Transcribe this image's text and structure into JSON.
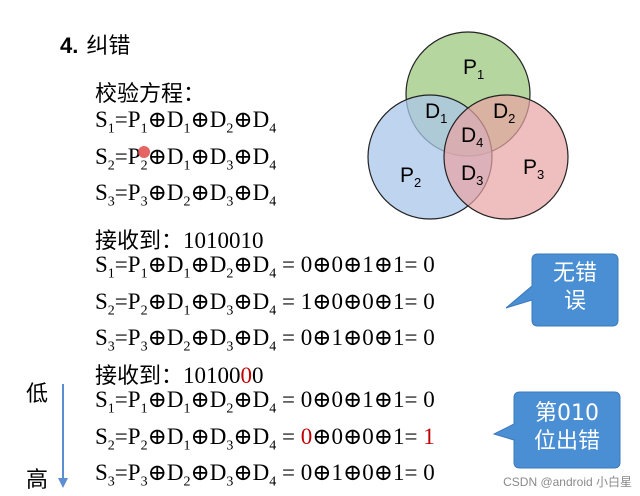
{
  "title": {
    "number": "4.",
    "text": "纠错"
  },
  "check_eq": {
    "heading": "校验方程：",
    "rows": [
      [
        "S",
        "1",
        "=P",
        "1",
        "⊕D",
        "1",
        "⊕D",
        "2",
        "⊕D",
        "4"
      ],
      [
        "S",
        "2",
        "=P",
        "2",
        "⊕D",
        "1",
        "⊕D",
        "3",
        "⊕D",
        "4"
      ],
      [
        "S",
        "3",
        "=P",
        "3",
        "⊕D",
        "2",
        "⊕D",
        "3",
        "⊕D",
        "4"
      ]
    ]
  },
  "venn": {
    "circles": [
      {
        "label": "P",
        "sub": "1",
        "color": "#a9cf8f"
      },
      {
        "label": "P",
        "sub": "2",
        "color": "#a9c6e8"
      },
      {
        "label": "P",
        "sub": "3",
        "color": "#e8a2a2"
      }
    ],
    "regions": [
      {
        "label": "D",
        "sub": "1"
      },
      {
        "label": "D",
        "sub": "2"
      },
      {
        "label": "D",
        "sub": "3"
      },
      {
        "label": "D",
        "sub": "4"
      }
    ]
  },
  "case1": {
    "heading": "接收到：",
    "code": "1010010",
    "rows": [
      {
        "lhs": [
          "S",
          "1",
          "=P",
          "1",
          "⊕D",
          "1",
          "⊕D",
          "2",
          "⊕D",
          "4"
        ],
        "rhs": " = 0⊕0⊕1⊕1= 0"
      },
      {
        "lhs": [
          "S",
          "2",
          "=P",
          "2",
          "⊕D",
          "1",
          "⊕D",
          "3",
          "⊕D",
          "4"
        ],
        "rhs": " = 1⊕0⊕0⊕1= 0"
      },
      {
        "lhs": [
          "S",
          "3",
          "=P",
          "3",
          "⊕D",
          "2",
          "⊕D",
          "3",
          "⊕D",
          "4"
        ],
        "rhs": " = 0⊕1⊕0⊕1= 0"
      }
    ],
    "callout": [
      "无错",
      "误"
    ],
    "callout_color": "#4a8fd4"
  },
  "case2": {
    "heading": "接收到：",
    "code_prefix": "10100",
    "code_error": "0",
    "code_suffix": "0",
    "rows": [
      {
        "lhs": [
          "S",
          "1",
          "=P",
          "1",
          "⊕D",
          "1",
          "⊕D",
          "2",
          "⊕D",
          "4"
        ],
        "rhs": " = 0⊕0⊕1⊕1= 0"
      },
      {
        "lhs": [
          "S",
          "2",
          "=P",
          "2",
          "⊕D",
          "1",
          "⊕D",
          "3",
          "⊕D",
          "4"
        ],
        "rhs_pre": " = ",
        "rhs_err": "0",
        "rhs_mid": "⊕0⊕0⊕1= ",
        "rhs_res": "1"
      },
      {
        "lhs": [
          "S",
          "3",
          "=P",
          "3",
          "⊕D",
          "2",
          "⊕D",
          "3",
          "⊕D",
          "4"
        ],
        "rhs": " = 0⊕1⊕0⊕1= 0"
      }
    ],
    "callout": [
      "第010",
      "位出错"
    ],
    "callout_color": "#4a8fd4"
  },
  "side": {
    "low": "低",
    "high": "高",
    "arrow_color": "#5b8fd0"
  },
  "footer": "CSDN @android 小白星"
}
